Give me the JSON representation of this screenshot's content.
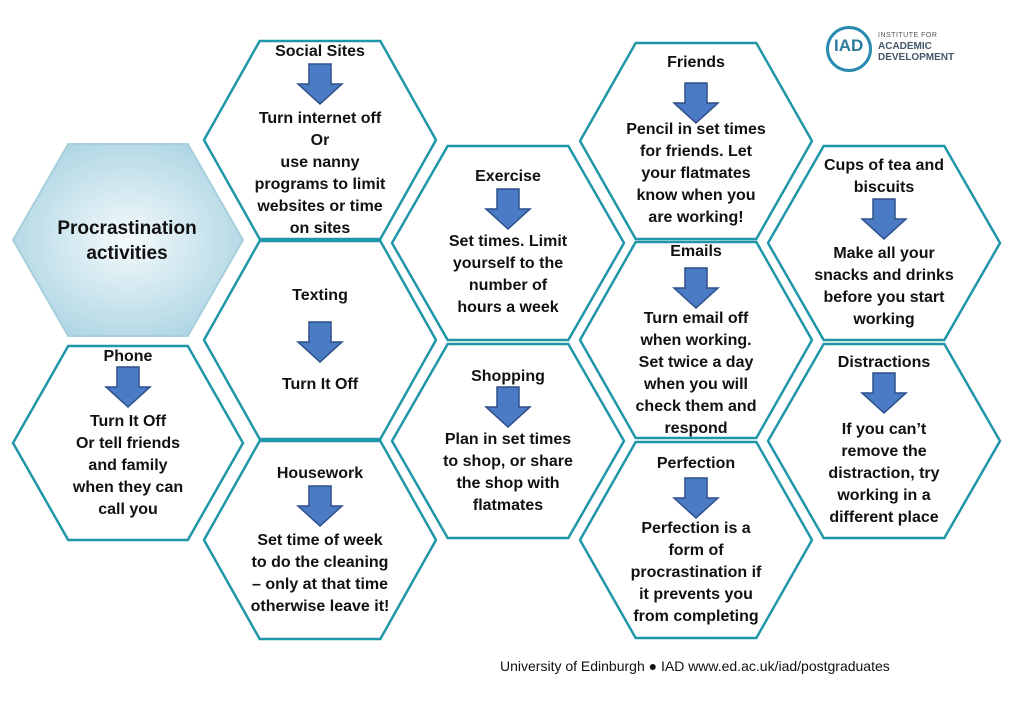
{
  "logo": {
    "mark": "IAD",
    "line1": "INSTITUTE FOR",
    "line2": "ACADEMIC",
    "line3": "DEVELOPMENT"
  },
  "center": {
    "line1": "Procrastination",
    "line2": "activities"
  },
  "hexes": [
    {
      "id": "social-sites",
      "title": "Social Sites",
      "body": [
        "Turn internet off",
        "Or",
        "use nanny",
        "programs to limit",
        "websites or time",
        "on sites"
      ]
    },
    {
      "id": "texting",
      "title": "Texting",
      "body": [
        "Turn It Off"
      ]
    },
    {
      "id": "housework",
      "title": "Housework",
      "body": [
        "Set time of week",
        "to do the cleaning",
        "– only at that time",
        "otherwise leave it!"
      ]
    },
    {
      "id": "phone",
      "title": "Phone",
      "body": [
        "Turn It Off",
        "Or tell friends",
        "and family",
        "when they can",
        "call you"
      ]
    },
    {
      "id": "exercise",
      "title": "Exercise",
      "body": [
        "Set times. Limit",
        "yourself to the",
        "number of",
        "hours a week"
      ]
    },
    {
      "id": "shopping",
      "title": "Shopping",
      "body": [
        "Plan in set times",
        "to shop, or share",
        "the shop with",
        "flatmates"
      ]
    },
    {
      "id": "friends",
      "title": "Friends",
      "body": [
        "Pencil in set times",
        "for friends. Let",
        "your flatmates",
        "know when you",
        "are working!"
      ]
    },
    {
      "id": "emails",
      "title": "Emails",
      "body": [
        "Turn email off",
        "when working.",
        "Set twice a day",
        "when you will",
        "check them and",
        "respond"
      ]
    },
    {
      "id": "perfection",
      "title": "Perfection",
      "body": [
        "Perfection is a",
        "form of",
        "procrastination if",
        "it prevents you",
        "from completing"
      ]
    },
    {
      "id": "cups-of-tea",
      "title": "Cups of tea and biscuits",
      "body": [
        "Make all your",
        "snacks and drinks",
        "before you start",
        "working"
      ]
    },
    {
      "id": "distractions",
      "title": "Distractions",
      "body": [
        "If you can’t",
        "remove the",
        "distraction, try",
        "working in a",
        "different place"
      ]
    }
  ],
  "footer": "University of Edinburgh  ● IAD   www.ed.ac.uk/iad/postgraduates",
  "colors": {
    "hex_border": "#2196a8",
    "arrow_fill": "#4a7bc4",
    "arrow_stroke": "#2d4f8a",
    "center_fill": "#c6e4ee",
    "center_border": "#a7cfdc"
  }
}
